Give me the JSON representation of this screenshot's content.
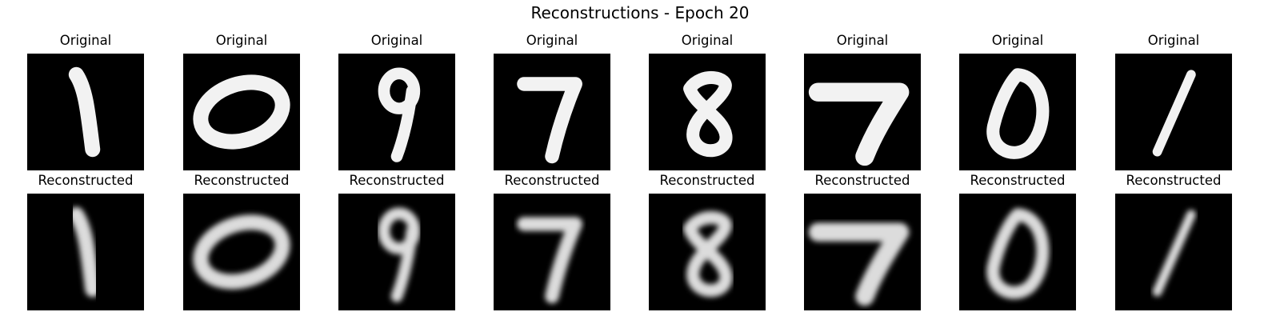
{
  "figure": {
    "title": "Reconstructions - Epoch 20",
    "rows": [
      {
        "label": "Original",
        "kind": "original"
      },
      {
        "label": "Reconstructed",
        "kind": "reconstructed"
      }
    ],
    "digits": [
      "1",
      "0",
      "9",
      "7",
      "8",
      "7",
      "0",
      "1"
    ]
  },
  "colors": {
    "background": "#ffffff",
    "image_bg": "#000000",
    "digit": "#f2f2f2"
  }
}
